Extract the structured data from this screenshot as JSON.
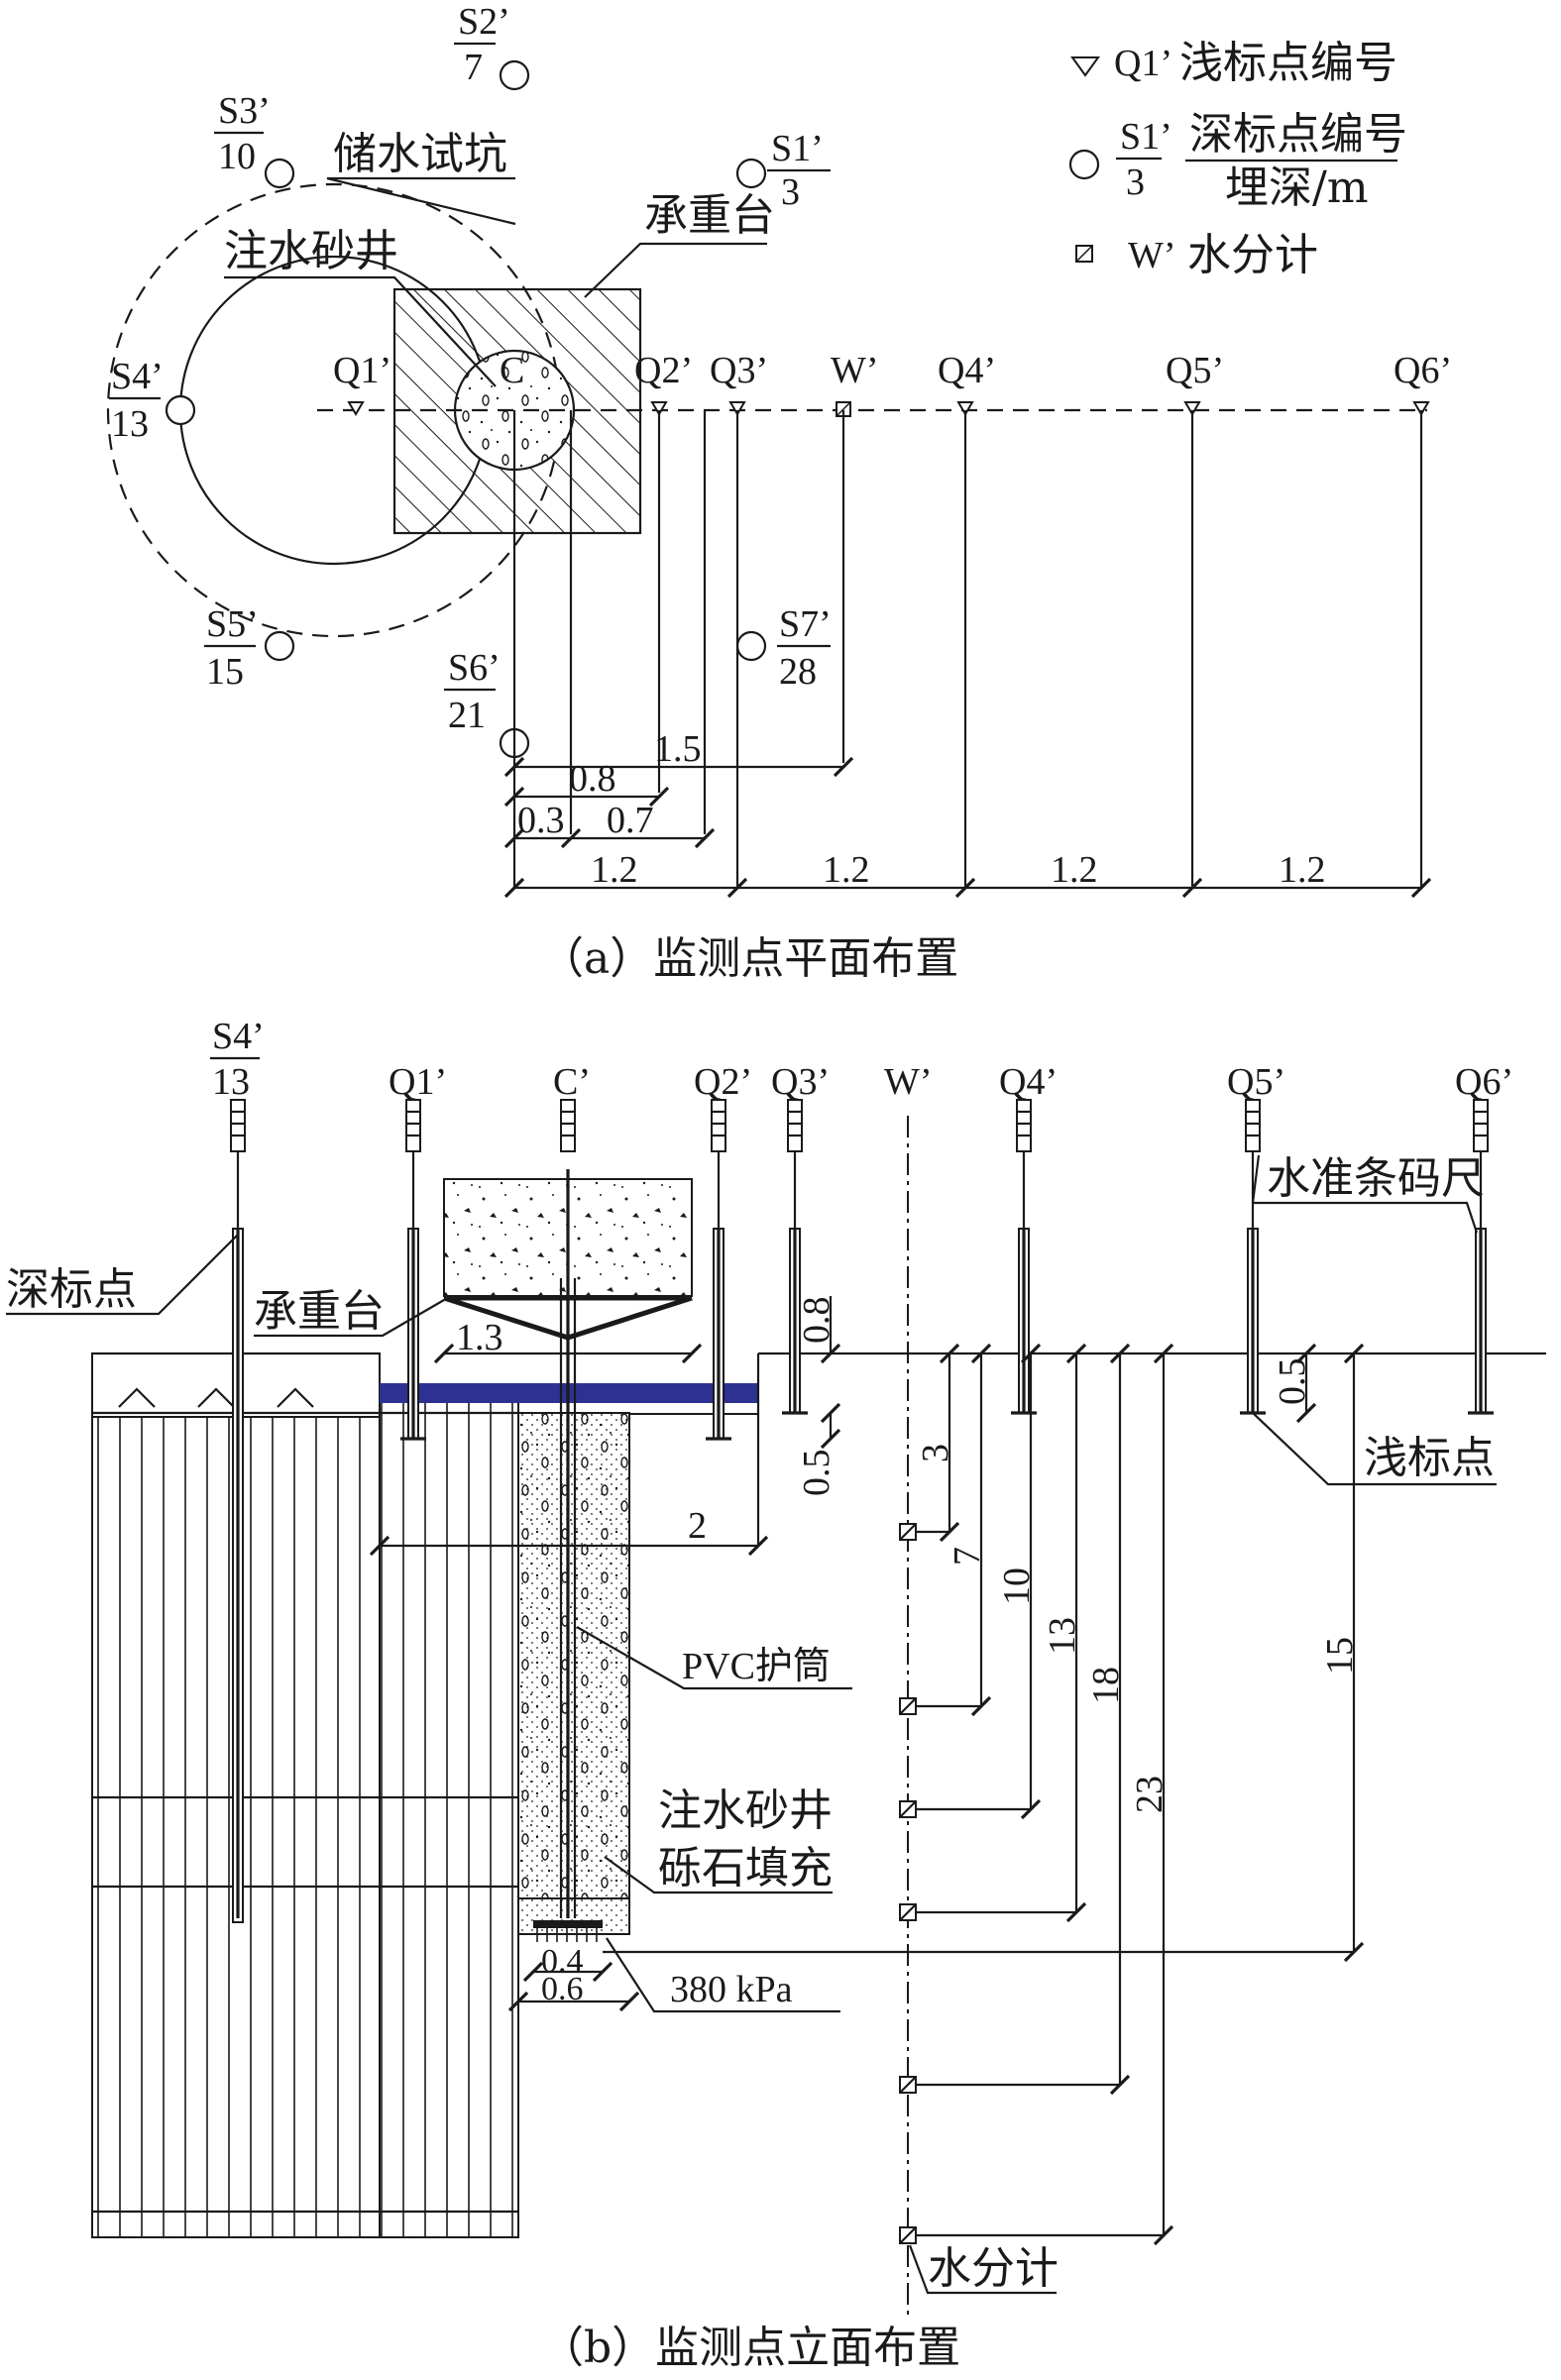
{
  "plan": {
    "caption": "（a）监测点平面布置",
    "labels": {
      "pit": "储水试坑",
      "well": "注水砂井",
      "platform": "承重台",
      "center": "C"
    },
    "deep_points": [
      {
        "id": "S1’",
        "depth": "3"
      },
      {
        "id": "S2’",
        "depth": "7"
      },
      {
        "id": "S3’",
        "depth": "10"
      },
      {
        "id": "S4’",
        "depth": "13"
      },
      {
        "id": "S5’",
        "depth": "15"
      },
      {
        "id": "S6’",
        "depth": "21"
      },
      {
        "id": "S7’",
        "depth": "28"
      }
    ],
    "shallow_points": [
      "Q1’",
      "Q2’",
      "Q3’",
      "Q4’",
      "Q5’",
      "Q6’"
    ],
    "water_meter": "W’",
    "dimensions": {
      "d15": "1.5",
      "d08": "0.8",
      "d03": "0.3",
      "d07": "0.7",
      "bottom": [
        "1.2",
        "1.2",
        "1.2",
        "1.2"
      ]
    }
  },
  "legend": {
    "shallow_symbol_label": "Q1’",
    "shallow_text": "浅标点编号",
    "deep_symbol_id": "S1’",
    "deep_symbol_depth": "3",
    "deep_text_top": "深标点编号",
    "deep_text_bottom": "埋深/m",
    "meter_symbol_label": "W’",
    "meter_text": "水分计"
  },
  "elevation": {
    "caption": "（b）监测点立面布置",
    "column_labels": {
      "s4_id": "S4’",
      "s4_depth": "13",
      "q1": "Q1’",
      "c": "C’",
      "q2": "Q2’",
      "q3": "Q3’",
      "w": "W’",
      "q4": "Q4’",
      "q5": "Q5’",
      "q6": "Q6’"
    },
    "annotations": {
      "deep_point": "深标点",
      "platform": "承重台",
      "leveling_rod": "水准条码尺",
      "shallow_point": "浅标点",
      "pvc": "PVC护筒",
      "sand_well_1": "注水砂井",
      "sand_well_2": "砾石填充",
      "pressure": "380 kPa",
      "water_meter": "水分计"
    },
    "dimensions": {
      "d13": "1.3",
      "d08": "0.8",
      "d05a": "0.5",
      "d05b": "0.5",
      "d2": "2",
      "d04": "0.4",
      "d06": "0.6",
      "v3": "3",
      "v7": "7",
      "v10": "10",
      "v13": "13",
      "v18": "18",
      "v23": "23",
      "v15": "15"
    }
  }
}
